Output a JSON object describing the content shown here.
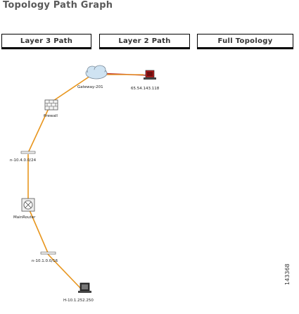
{
  "title": "Topology Path Graph",
  "tabs": [
    "Layer 3 Path",
    "Layer 2 Path",
    "Full Topology"
  ],
  "figure_id": "143368",
  "colors": {
    "link": "#e8961e",
    "link_wan": "#c0392b",
    "cloud": "#cfe3f2",
    "host_red": "#b01818",
    "host_dark": "#333333"
  },
  "nodes": [
    {
      "id": "gateway",
      "label": "Gateway-201",
      "icon": "cloud-icon"
    },
    {
      "id": "remote-host",
      "label": "65.54.143.118",
      "icon": "host-icon"
    },
    {
      "id": "firewall",
      "label": "firewall",
      "icon": "firewall-icon"
    },
    {
      "id": "subnet-a",
      "label": "n-10.4.0.0/24",
      "icon": "subnet-icon"
    },
    {
      "id": "main-router",
      "label": "MainRouter",
      "icon": "router-icon"
    },
    {
      "id": "subnet-b",
      "label": "n-10.1.0.0/16",
      "icon": "subnet-icon"
    },
    {
      "id": "local-host",
      "label": "H-10.1.252.250",
      "icon": "host-icon"
    }
  ]
}
